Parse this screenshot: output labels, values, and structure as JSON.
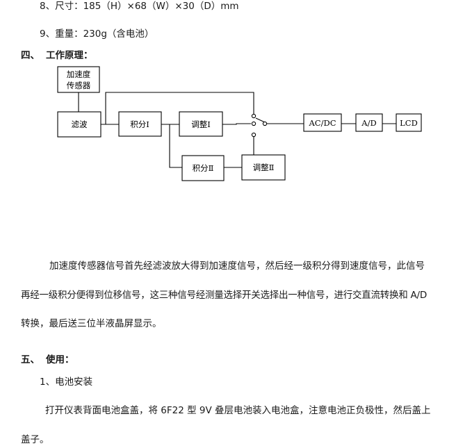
{
  "spec": {
    "size": "8、尺寸：185（H）×68（W）×30（D）mm",
    "weight": "9、重量：230g（含电池）"
  },
  "section4": {
    "number": "四、",
    "title": "工作原理："
  },
  "diagram": {
    "sensor_line1": "加速度",
    "sensor_line2": "传感器",
    "filter": "滤波",
    "integral_1": "积分Ⅰ",
    "adjust_1": "调整Ⅰ",
    "integral_2": "积分Ⅱ",
    "adjust_2": "调整Ⅱ",
    "acdc": "AC/DC",
    "ad": "A/D",
    "lcd": "LCD"
  },
  "body_text": {
    "line1": "加速度传感器信号首先经滤波放大得到加速度信号，然后经一级积分得到速度信号，此信号",
    "line2": "再经一级积分便得到位移信号，这三种信号经测量选择开关选择出一种信号，进行交直流转换和 A/D",
    "line3": "转换，最后送三位半液晶屏显示。"
  },
  "section5": {
    "number": "五、",
    "title": "使用："
  },
  "usage": {
    "item1": "1、电池安装",
    "text_line1": "打开仪表背面电池盒盖，将 6F22 型 9V 叠层电池装入电池盒，注意电池正负极性，然后盖上",
    "text_line2": "盖子。"
  }
}
